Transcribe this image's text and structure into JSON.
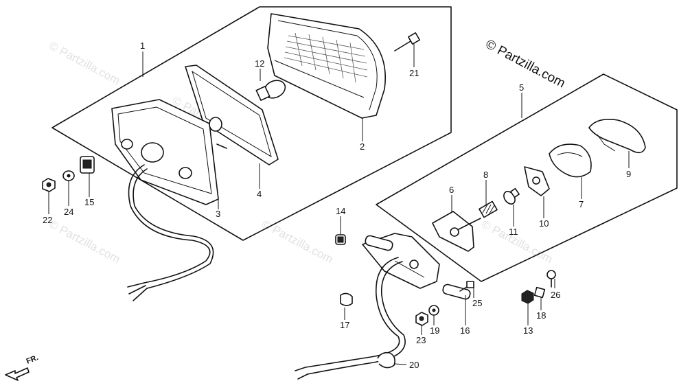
{
  "diagram": {
    "copyright": "© Partzilla.com",
    "watermark": "© Partzilla.com",
    "direction_label": "FR.",
    "part_numbers": {
      "p1": "1",
      "p2": "2",
      "p3": "3",
      "p4": "4",
      "p5": "5",
      "p6": "6",
      "p7": "7",
      "p8": "8",
      "p9": "9",
      "p10": "10",
      "p11": "11",
      "p12": "12",
      "p13": "13",
      "p14": "14",
      "p15": "15",
      "p16": "16",
      "p17": "17",
      "p18": "18",
      "p19": "19",
      "p20": "20",
      "p21": "21",
      "p22": "22",
      "p23": "23",
      "p24": "24",
      "p25": "25",
      "p26": "26"
    }
  }
}
